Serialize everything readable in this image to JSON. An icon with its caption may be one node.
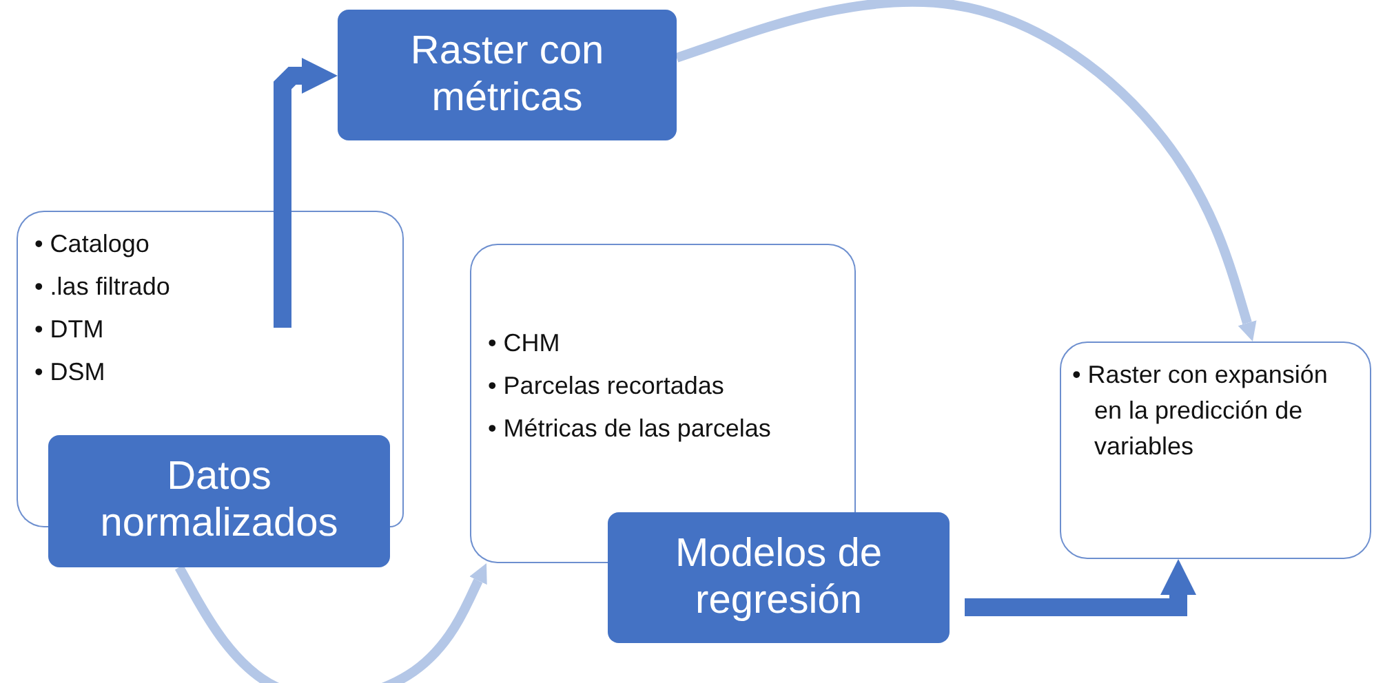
{
  "diagram": {
    "nodes": [
      {
        "text": [
          "• Catalogo",
          "• .las filtrado",
          "• DTM",
          "• DSM"
        ]
      },
      {
        "text": [
          "Datos normalizados"
        ]
      },
      {
        "text": [
          "Raster con métricas"
        ]
      },
      {
        "text": [
          "• CHM",
          "• Parcelas recortadas",
          "• Métricas de las parcelas"
        ]
      },
      {
        "text": [
          "Modelos de regresión"
        ]
      },
      {
        "text": [
          "• Raster con expansión en la predicción de variables"
        ]
      }
    ],
    "edges": [
      {
        "from": 0,
        "to": 2,
        "arrow": "to",
        "style": "thick"
      },
      {
        "from": 2,
        "to": 5,
        "arrow": "to",
        "color": "#b4c7e7"
      },
      {
        "from": 1,
        "to": 3,
        "arrow": "to",
        "color": "#b4c7e7"
      },
      {
        "from": 4,
        "to": 5,
        "arrow": "to",
        "style": "thick"
      }
    ]
  }
}
